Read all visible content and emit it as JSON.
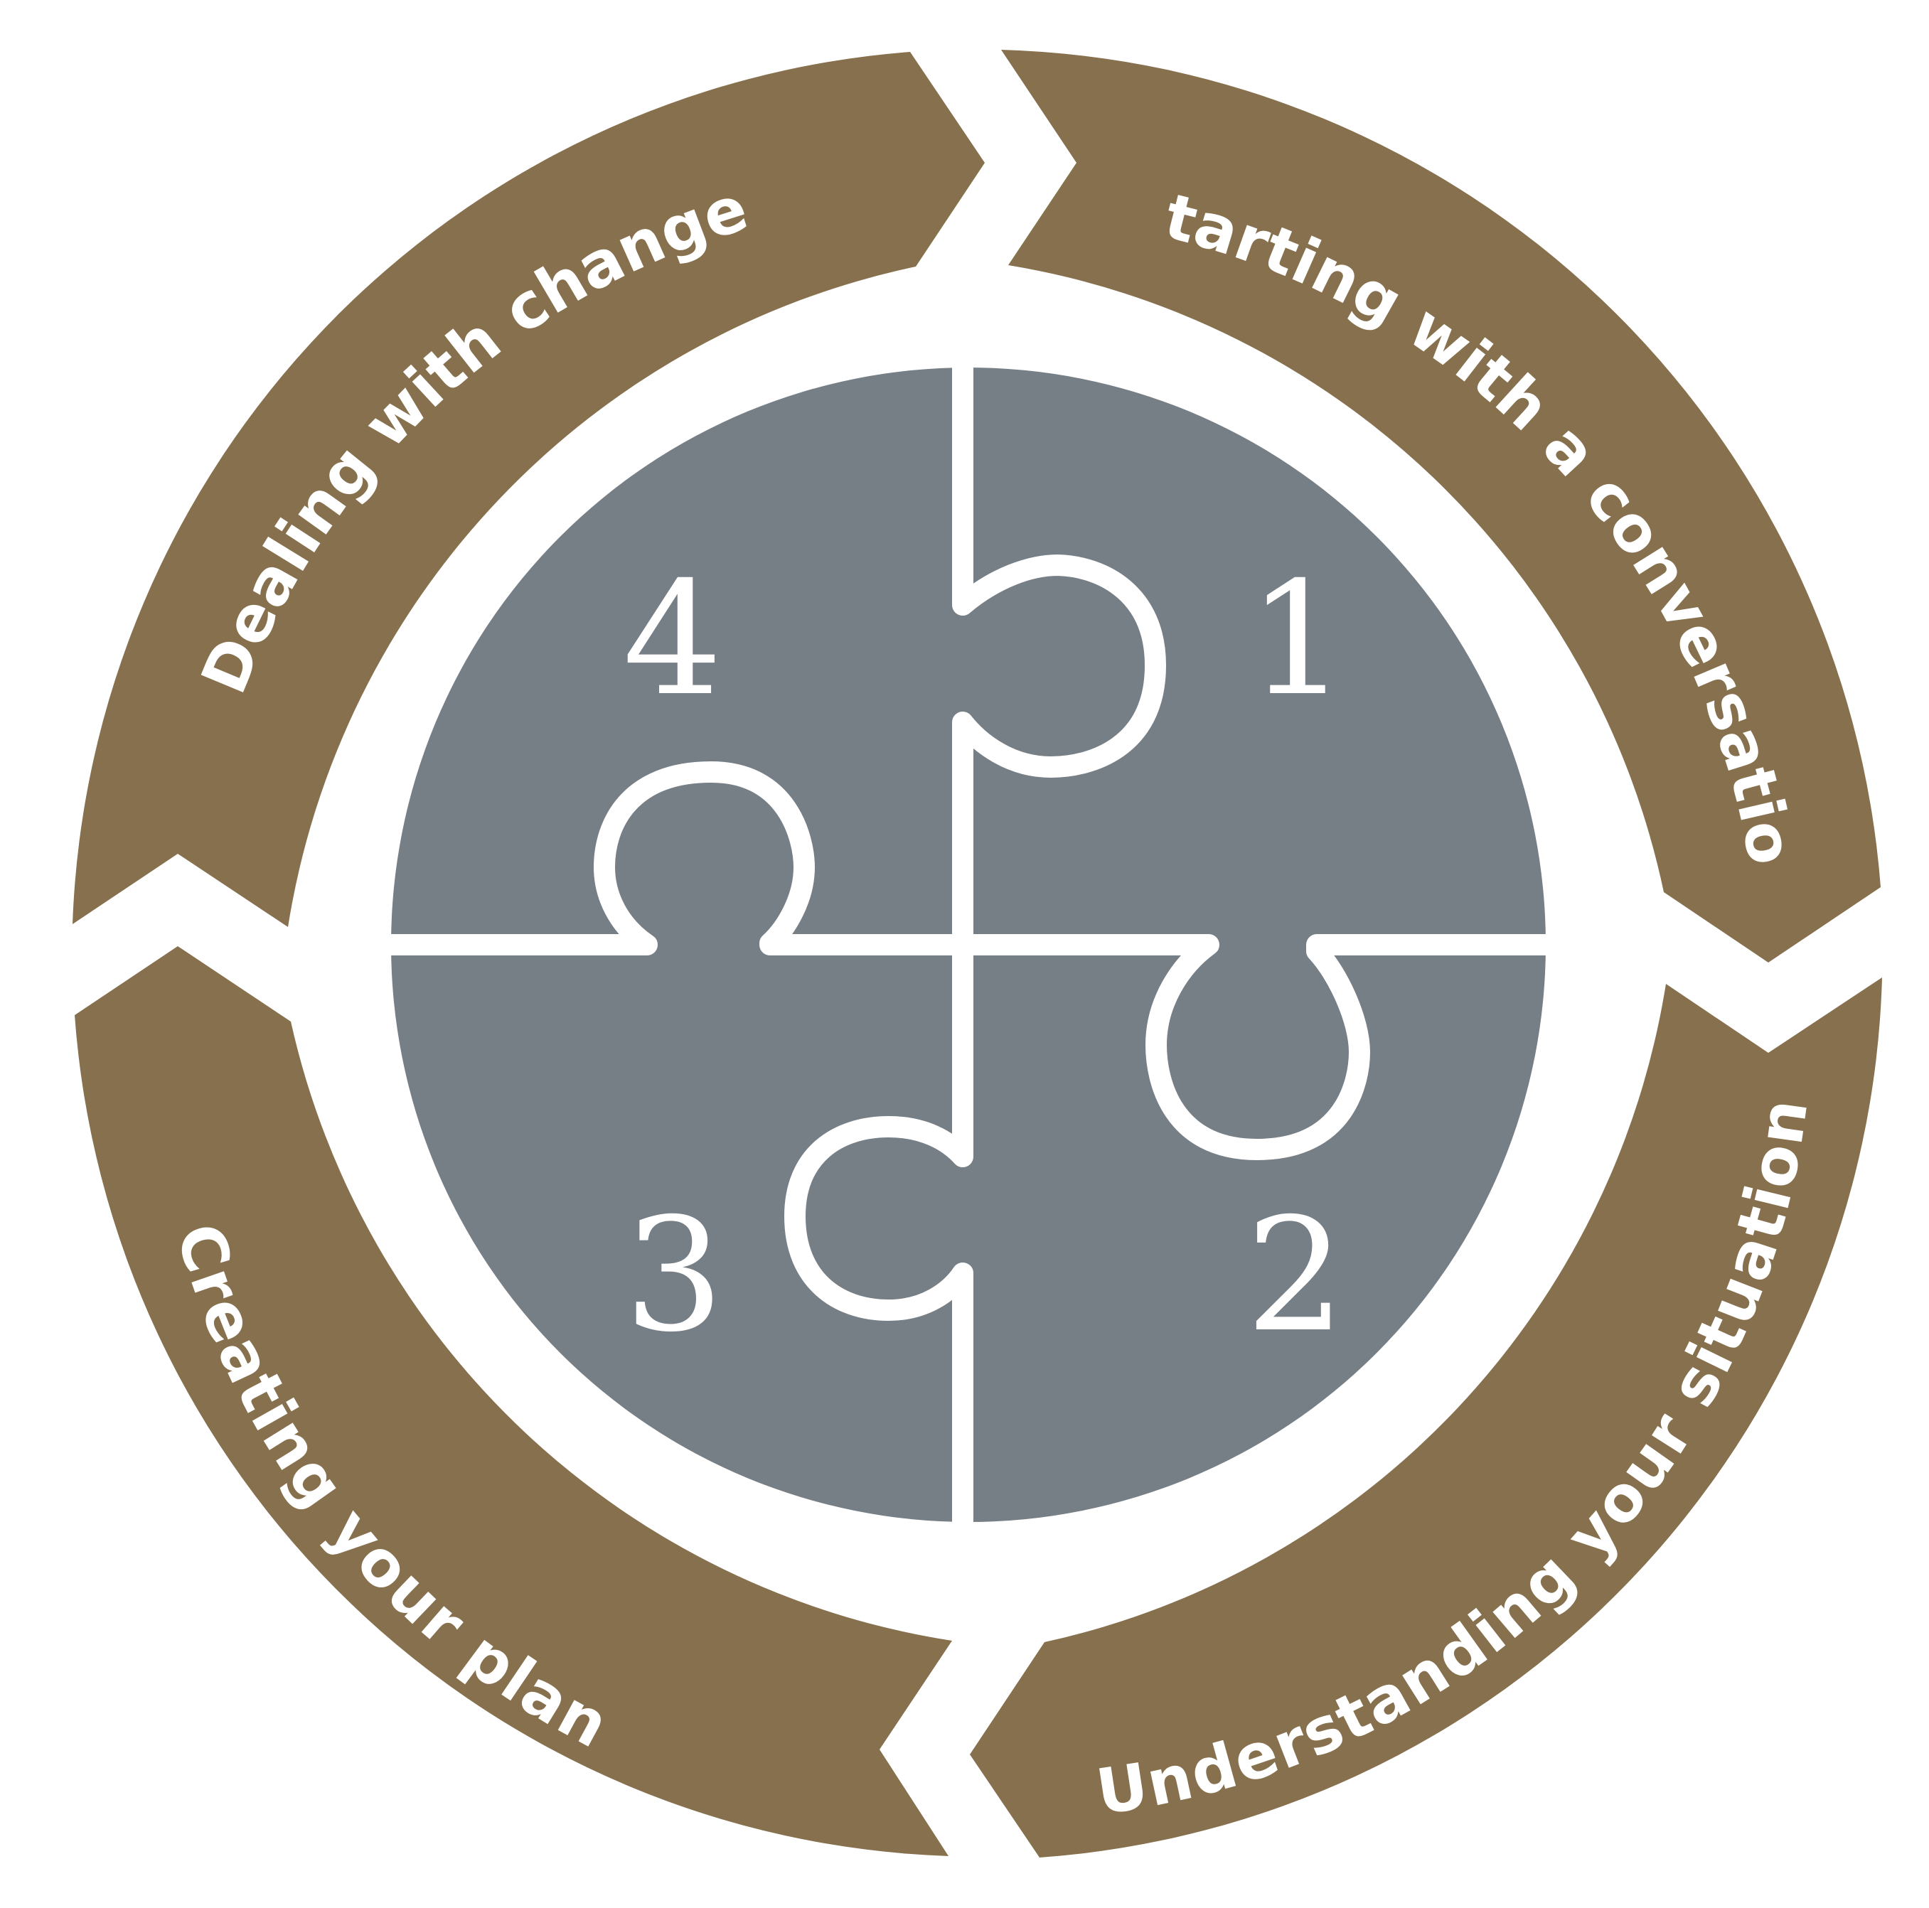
{
  "colors": {
    "ring": "#87704D",
    "puzzle": "#767E86",
    "line": "#FFFFFF",
    "text": "#FFFFFF",
    "background": "#FFFFFF"
  },
  "segments": [
    {
      "label": "Starting with a conversation"
    },
    {
      "label": "Understanding your situation"
    },
    {
      "label": "Creating your plan"
    },
    {
      "label": "Dealing with change"
    }
  ],
  "pieces": [
    {
      "number": "1"
    },
    {
      "number": "2"
    },
    {
      "number": "3"
    },
    {
      "number": "4"
    }
  ]
}
